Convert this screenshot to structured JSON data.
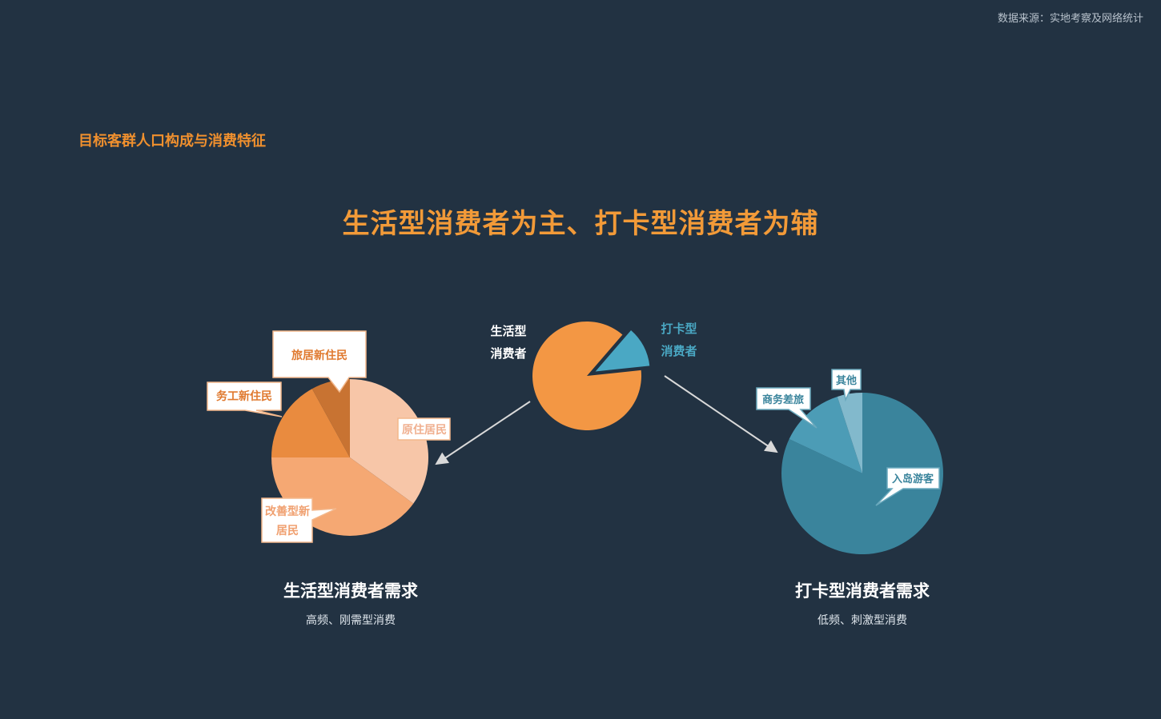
{
  "source_note": "数据来源：实地考察及网络统计",
  "section_title": "目标客群人口构成与消费特征",
  "headline": "生活型消费者为主、打卡型消费者为辅",
  "chart_data": [
    {
      "type": "pie",
      "slices": [
        {
          "label": "生活型消费者",
          "value": 88,
          "color": "#f39744"
        },
        {
          "label": "打卡型消费者",
          "value": 12,
          "color": "#4aa8c4"
        }
      ],
      "labels": {
        "left_line1": "生活型",
        "left_line2": "消费者",
        "right_line1": "打卡型",
        "right_line2": "消费者"
      }
    },
    {
      "type": "pie",
      "slices": [
        {
          "label": "原住居民",
          "value": 35,
          "color": "#f7c6a8"
        },
        {
          "label": "改善型新居民",
          "value": 40,
          "color": "#f5a873"
        },
        {
          "label": "务工新住民",
          "value": 17,
          "color": "#e98b3f"
        },
        {
          "label": "旅居新住民",
          "value": 8,
          "color": "#c87332"
        }
      ],
      "caption_title": "生活型消费者需求",
      "caption_sub": "高频、刚需型消费"
    },
    {
      "type": "pie",
      "slices": [
        {
          "label": "入岛游客",
          "value": 82,
          "color": "#3a849c"
        },
        {
          "label": "商务差旅",
          "value": 13,
          "color": "#4c9cb6"
        },
        {
          "label": "其他",
          "value": 5,
          "color": "#82b9cc"
        }
      ],
      "caption_title": "打卡型消费者需求",
      "caption_sub": "低频、刺激型消费"
    }
  ],
  "colors": {
    "background": "#223242",
    "accent_orange": "#f29a38",
    "accent_teal": "#4aa8c4",
    "arrow": "#d9d9d9"
  }
}
